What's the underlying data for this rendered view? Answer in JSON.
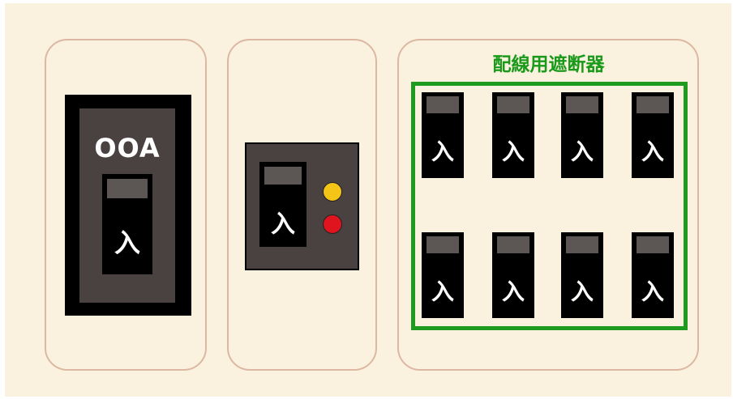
{
  "main_breaker": {
    "rating": "OOA",
    "toggle_label": "入"
  },
  "elb": {
    "toggle_label": "入",
    "lamps": [
      "yellow",
      "red"
    ]
  },
  "mccb": {
    "title": "配線用遮断器",
    "toggle_label": "入",
    "rows": 2,
    "columns": 4
  },
  "colors": {
    "board": "#fbf1df",
    "panel_border": "#dcb8a2",
    "breaker_body": "#4a4241",
    "highlight_green": "#1e9a1e",
    "lamp_yellow": "#f4c516",
    "lamp_red": "#e0141e"
  }
}
